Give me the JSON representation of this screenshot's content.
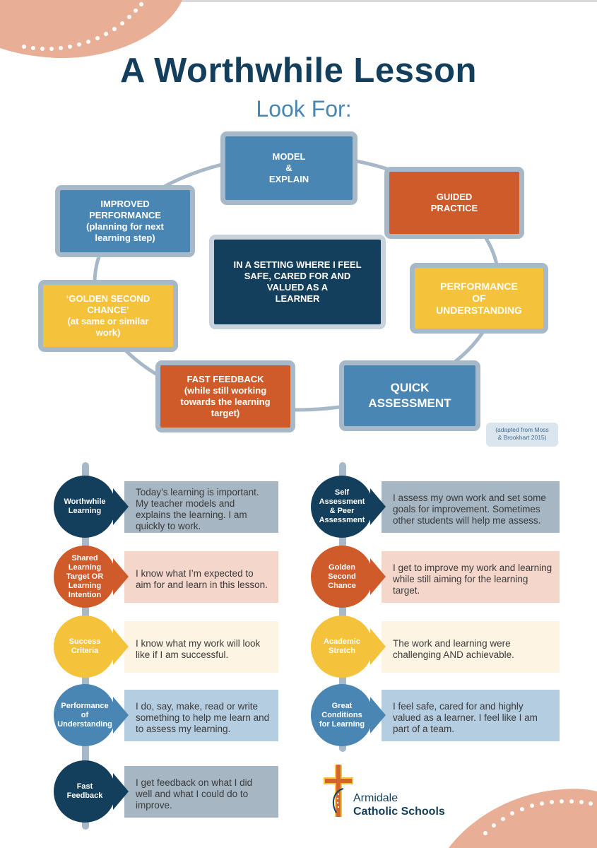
{
  "title": "A Worthwhile Lesson",
  "subtitle": "Look For:",
  "colors": {
    "navy": "#143f5c",
    "blue": "#4a86b4",
    "orange": "#cf5b2b",
    "yellow": "#f5c33b",
    "peach": "#e8ae96",
    "connector": "#a7b9c8"
  },
  "cycle": {
    "center": "IN A SETTING WHERE I FEEL\nSAFE, CARED FOR AND\nVALUED AS A\nLEARNER",
    "nodes": {
      "model": "MODEL\n&\nEXPLAIN",
      "guided": "GUIDED\nPRACTICE",
      "performance": "PERFORMANCE\nOF\nUNDERSTANDING",
      "quick": "QUICK\nASSESSMENT",
      "feedback": "FAST FEEDBACK\n(while still working\ntowards the learning\ntarget)",
      "golden": "‘GOLDEN SECOND\nCHANCE’\n(at same or similar\nwork)",
      "improved": "IMPROVED\nPERFORMANCE\n(planning for next\nlearning step)"
    },
    "credit": "(adapted from Moss\n& Brookhart 2015)"
  },
  "left_column": [
    {
      "title": "Worthwhile\nLearning",
      "text": "Today’s learning is important. My teacher models and explains the learning. I am quickly to work."
    },
    {
      "title": "Shared\nLearning\nTarget OR\nLearning\nIntention",
      "text": "I know what I’m expected to aim for and learn in this lesson."
    },
    {
      "title": "Success\nCriteria",
      "text": "I know what my work will look like if I am successful."
    },
    {
      "title": "Performance\nof\nUnderstanding",
      "text": "I do, say, make, read or write something to help me learn and to assess my learning."
    },
    {
      "title": "Fast\nFeedback",
      "text": "I get feedback on what I did well and what I could do to improve."
    }
  ],
  "right_column": [
    {
      "title": "Self\nAssessment\n& Peer\nAssessment",
      "text": "I assess my own work and set some goals for improvement. Sometimes other students will help me assess."
    },
    {
      "title": "Golden\nSecond\nChance",
      "text": "I get to improve my work and learning while still aiming for the learning target."
    },
    {
      "title": "Academic\nStretch",
      "text": "The work and learning were challenging AND achievable."
    },
    {
      "title": "Great\nConditions\nfor Learning",
      "text": "I feel safe, cared for and highly valued as a learner. I feel like I am part of a team."
    }
  ],
  "logo": {
    "line1": "Armidale",
    "line2": "Catholic Schools",
    "icon": "cross-sun-logo-icon"
  }
}
